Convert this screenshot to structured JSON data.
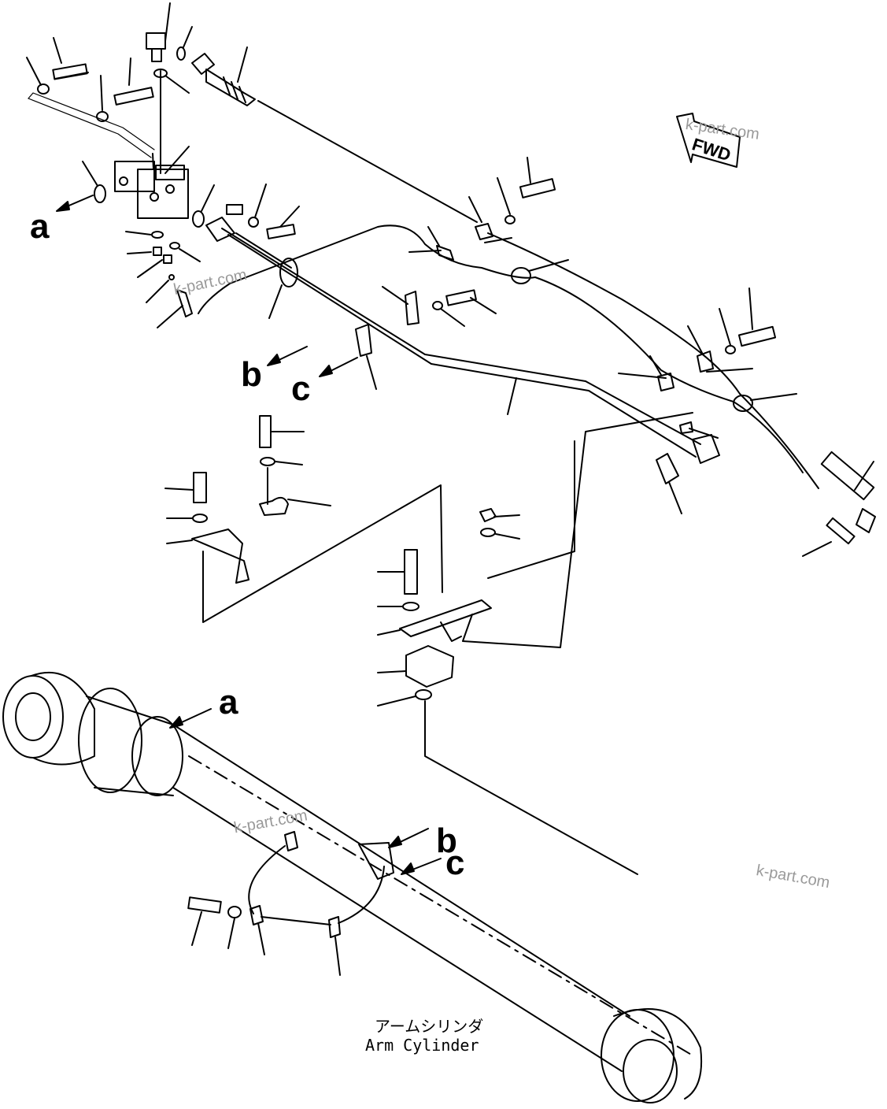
{
  "callouts": {
    "a_upper": "a",
    "b_upper": "b",
    "c_upper": "c",
    "a_lower": "a",
    "b_lower": "b",
    "c_lower": "c"
  },
  "direction_marker": {
    "label": "FWD"
  },
  "watermarks": [
    "k-part.com",
    "k-part.com",
    "k-part.com",
    "k-part.com"
  ],
  "caption": {
    "japanese": "アームシリンダ",
    "english": "Arm Cylinder"
  }
}
